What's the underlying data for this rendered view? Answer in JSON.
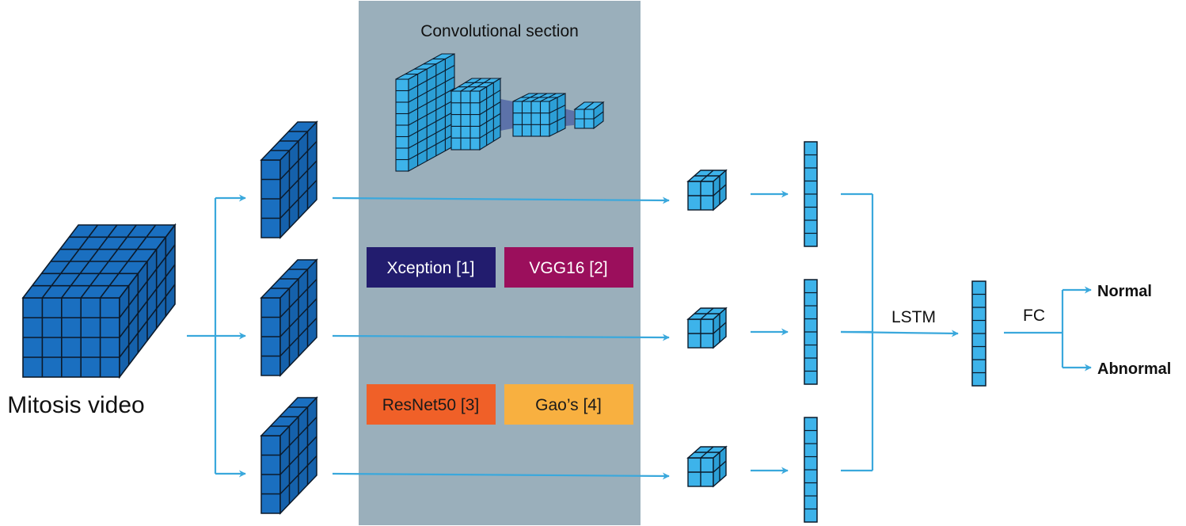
{
  "section_title": "Convolutional section",
  "input_label": "Mitosis video",
  "models": [
    {
      "label": "Xception [1]",
      "color": "#221c6e",
      "text_color": "#ffffff"
    },
    {
      "label": "VGG16 [2]",
      "color": "#9b0f5c",
      "text_color": "#ffffff"
    },
    {
      "label": "ResNet50 [3]",
      "color": "#f06028",
      "text_color": "#1a1a1a"
    },
    {
      "label": "Gao’s [4]",
      "color": "#f8b040",
      "text_color": "#1a1a1a"
    }
  ],
  "lstm_label": "LSTM",
  "fc_label": "FC",
  "outputs": [
    "Normal",
    "Abnormal"
  ],
  "colors": {
    "panel": "#9aafbb",
    "arrow": "#3aa8dc",
    "cube_dark": "#1a6fc0",
    "cube_light": "#3db3ea",
    "outline": "#0c1a2a"
  }
}
